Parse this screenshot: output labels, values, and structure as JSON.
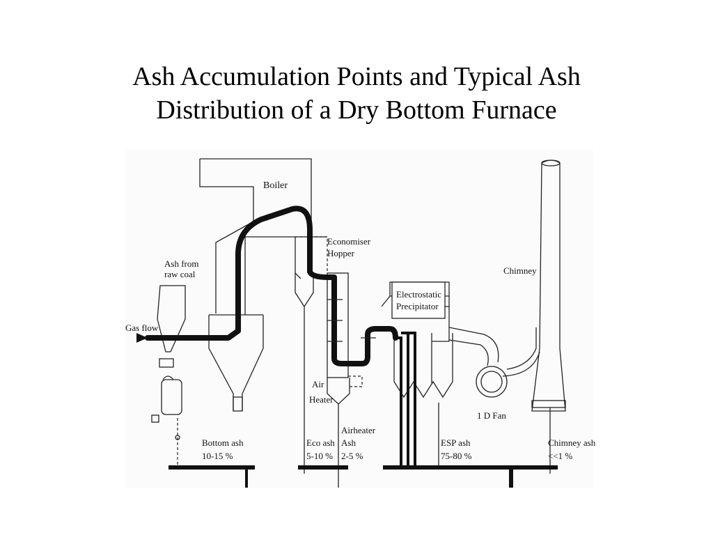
{
  "title": {
    "line1": "Ash Accumulation Points and Typical Ash",
    "line2": "Distribution of a Dry Bottom Furnace"
  },
  "labels": {
    "boiler": "Boiler",
    "economiser_line1": "Economiser",
    "economiser_line2": "Hopper",
    "ash_from_line1": "Ash from",
    "ash_from_line2": "raw coal",
    "gas_flow": "Gas flow",
    "esp_line1": "Electrostatic",
    "esp_line2": "Precipitator",
    "chimney": "Chimney",
    "air_heater_line1": "Air",
    "air_heater_line2": "Heater",
    "id_fan": "1 D Fan",
    "bottom_ash_line1": "Bottom ash",
    "bottom_ash_line2": "10-15 %",
    "eco_ash_line1": "Eco ash",
    "eco_ash_line2": "5-10 %",
    "airheater_ash_line1": "Airheater",
    "airheater_ash_line2": "Ash",
    "airheater_ash_line3": "2-5 %",
    "esp_ash_line1": "ESP ash",
    "esp_ash_line2": "75-80 %",
    "chimney_ash_line1": "Chimney ash",
    "chimney_ash_line2": "<<1 %"
  }
}
